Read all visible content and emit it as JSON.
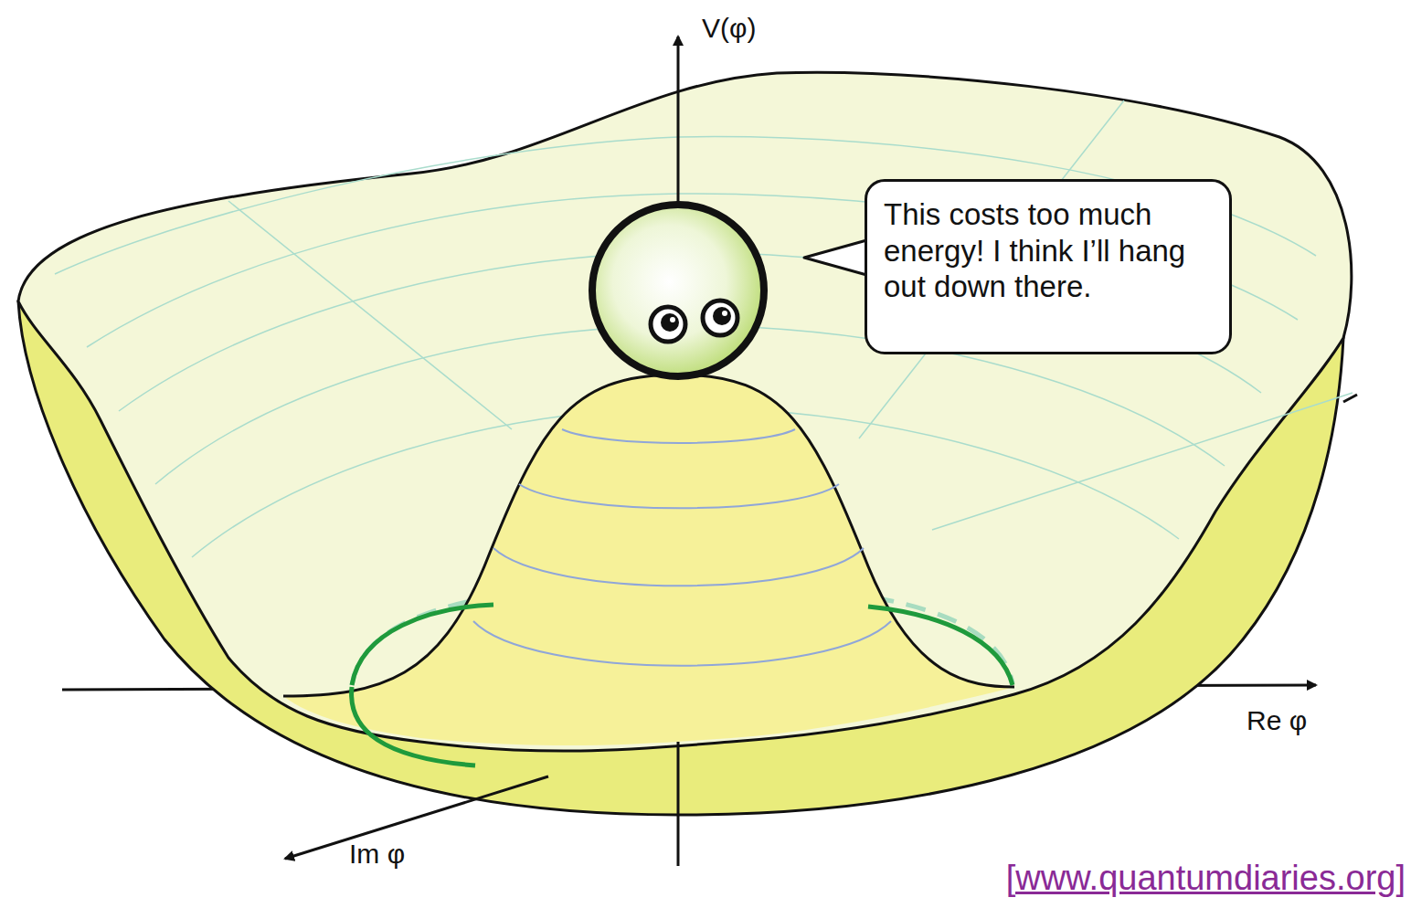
{
  "diagram": {
    "nodes": [
      {
        "text": [
          "This costs too much energy! I think I’ll hang out down there."
        ]
      }
    ],
    "edges": [],
    "labels": [
      "V(φ)",
      "Re φ",
      "Im φ",
      "[www.quantumdiaries.org]"
    ]
  }
}
